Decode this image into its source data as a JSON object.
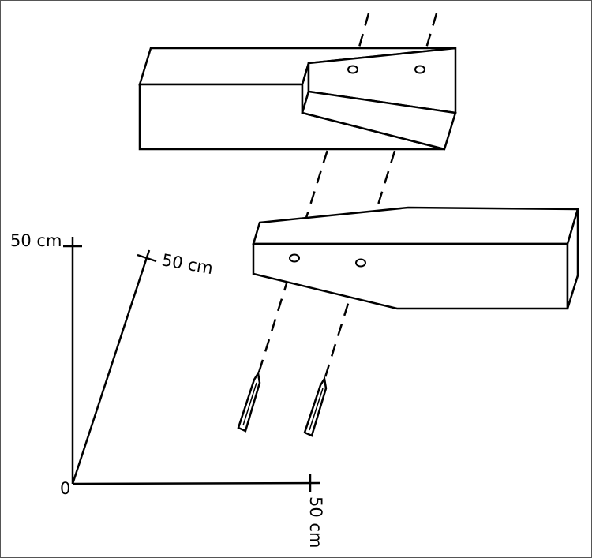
{
  "axes": {
    "origin_label": "0",
    "y_label": "50 cm",
    "z_label": "50 cm",
    "x_label": "50 cm"
  },
  "colors": {
    "stroke": "#000000",
    "background": "#ffffff",
    "frame": "#555555"
  }
}
